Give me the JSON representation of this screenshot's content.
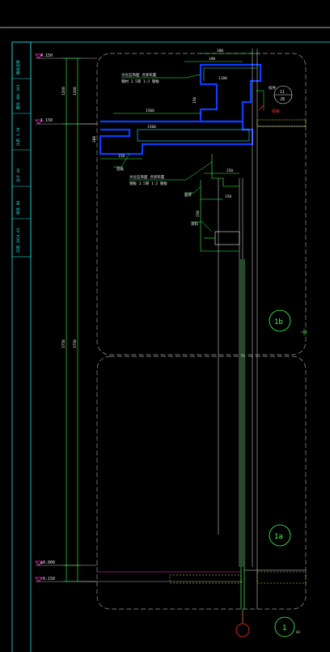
{
  "drawing": {
    "background": "#000000",
    "colors": {
      "frame": "#29e2e2",
      "dim": "#3dff52",
      "wall": "#0a3dff",
      "outline": "#2de6ff",
      "lines": "#e8e8e8",
      "grid": "#9a9a9a",
      "accent_red": "#ff2d2d",
      "accent_magenta": "#ff2dd8",
      "accent_yellow": "#e9e92a"
    },
    "title_block": {
      "cells": [
        "图纸名称",
        "图号 ARC-101",
        "比例 1:50",
        "设计 AA",
        "审核 BB",
        "日期 2024.01"
      ]
    },
    "levels": {
      "top": "4.150",
      "mid": "1.150",
      "ground": "±0.000",
      "below": "-0.150"
    },
    "dims_vertical": {
      "upper": "1260",
      "main": "3750",
      "main2": "3750"
    },
    "dims": {
      "top_a": "300",
      "top_b": "180",
      "slab": "150",
      "beam": "1500",
      "beam2": "1100",
      "left_a": "150",
      "cant": "1500",
      "right_a": "250",
      "mid_a": "300",
      "lower_a": "150",
      "lower_b": "250"
    },
    "notes": {
      "top_note1": "文化石饰面 点状布置",
      "top_note2": "钢材 2.5厚 1:2 钢板",
      "mid_note1": "文化石饰面 点状布置",
      "mid_note2": "钢板 2.5厚 1:2 钢板",
      "tag_a": "铝板",
      "tag_b": "面砖",
      "tag_c": "涂料",
      "tag_d": "扣件",
      "detail_id": "11",
      "detail_sub": "J8"
    },
    "bubbles": {
      "b1": "1b",
      "b2": "1a",
      "b3": "1"
    },
    "bubble_sub": "A3"
  }
}
